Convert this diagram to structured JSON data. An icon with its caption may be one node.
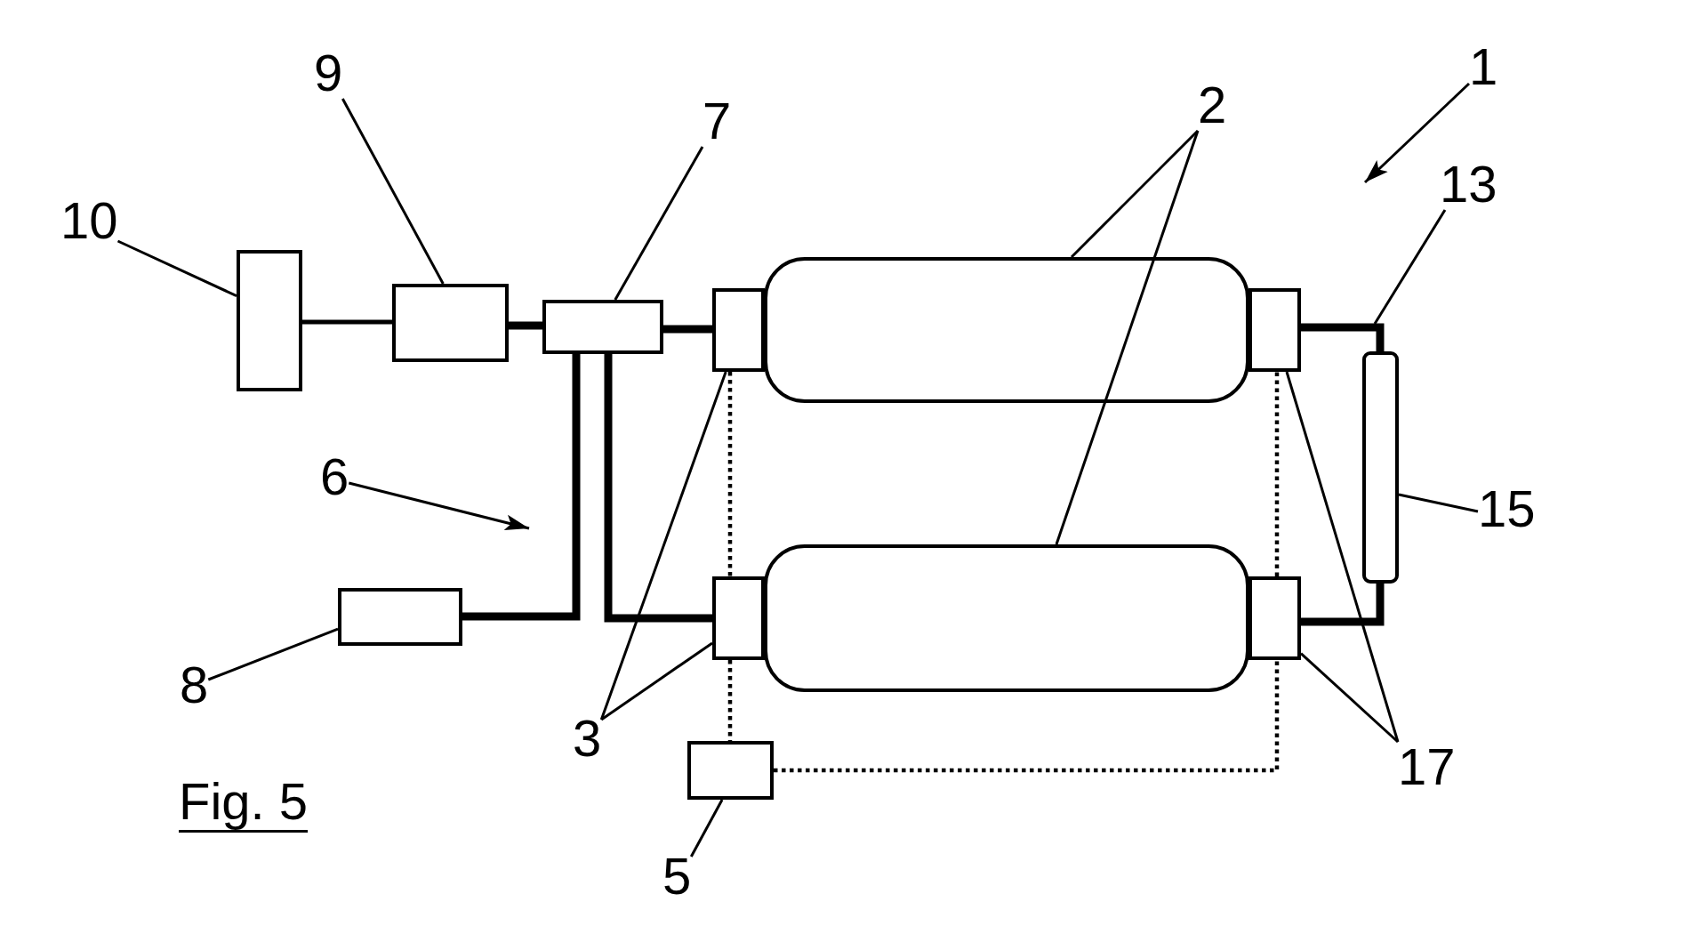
{
  "diagram": {
    "caption": "Fig. 5",
    "nodes": [
      {
        "text": [
          "1"
        ]
      },
      {
        "text": [
          "9"
        ]
      },
      {
        "text": [
          "2"
        ]
      },
      {
        "text": [
          "7"
        ]
      },
      {
        "text": [
          "13"
        ]
      },
      {
        "text": [
          "10"
        ]
      },
      {
        "text": [],
        "shape": "box"
      },
      {
        "text": [],
        "shape": "box"
      },
      {
        "text": [],
        "shape": "box"
      },
      {
        "text": [],
        "shape": "box"
      },
      {
        "text": [],
        "shape": "box"
      },
      {
        "text": [],
        "shape": "box"
      },
      {
        "text": [],
        "shape": "box"
      },
      {
        "text": [
          "6"
        ]
      },
      {
        "text": [
          "15"
        ]
      },
      {
        "text": [],
        "shape": "box"
      },
      {
        "text": [],
        "shape": "box"
      },
      {
        "text": [],
        "shape": "box"
      },
      {
        "text": [],
        "shape": "box"
      },
      {
        "text": [
          "8"
        ]
      },
      {
        "text": [
          "3"
        ]
      },
      {
        "text": [
          "17"
        ]
      },
      {
        "text": [],
        "shape": "box"
      },
      {
        "text": [
          "5"
        ]
      }
    ],
    "edges": [
      {
        "from": 0,
        "to": null,
        "arrow": "to"
      },
      {
        "from": 1,
        "to": 7,
        "arrow": "none"
      },
      {
        "from": 2,
        "to": 10,
        "arrow": "none"
      },
      {
        "from": 2,
        "to": 17,
        "arrow": "none"
      },
      {
        "from": 3,
        "to": 8,
        "arrow": "none"
      },
      {
        "from": 4,
        "to": null,
        "arrow": "none"
      },
      {
        "from": 5,
        "to": 6,
        "arrow": "none"
      },
      {
        "from": 13,
        "to": null,
        "arrow": "to"
      },
      {
        "from": 14,
        "to": 12,
        "arrow": "none"
      },
      {
        "from": 19,
        "to": 15,
        "arrow": "none"
      },
      {
        "from": 20,
        "to": 9,
        "arrow": "none"
      },
      {
        "from": 20,
        "to": 16,
        "arrow": "none"
      },
      {
        "from": 21,
        "to": 11,
        "arrow": "none"
      },
      {
        "from": 21,
        "to": 18,
        "arrow": "none"
      },
      {
        "from": 23,
        "to": 22,
        "arrow": "none"
      },
      {
        "from": 6,
        "to": 7,
        "arrow": "none"
      },
      {
        "from": 7,
        "to": 8,
        "arrow": "none",
        "style": "thick"
      },
      {
        "from": 8,
        "to": 9,
        "arrow": "none",
        "style": "thick"
      },
      {
        "from": 8,
        "to": 15,
        "arrow": "none",
        "style": "thick"
      },
      {
        "from": 8,
        "to": 16,
        "arrow": "none",
        "style": "thick"
      },
      {
        "from": 11,
        "to": 12,
        "arrow": "none",
        "style": "thick"
      },
      {
        "from": 12,
        "to": 18,
        "arrow": "none",
        "style": "thick"
      },
      {
        "from": 9,
        "to": 16,
        "arrow": "none",
        "style": "dashed"
      },
      {
        "from": 16,
        "to": 22,
        "arrow": "none",
        "style": "dashed"
      },
      {
        "from": 22,
        "to": 18,
        "arrow": "none",
        "style": "dashed"
      },
      {
        "from": 18,
        "to": 11,
        "arrow": "none",
        "style": "dashed"
      }
    ]
  }
}
